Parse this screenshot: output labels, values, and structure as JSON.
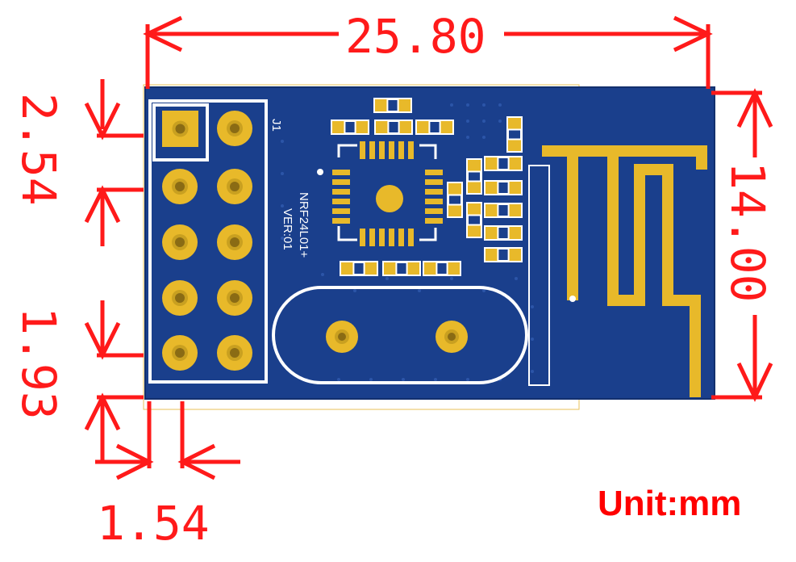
{
  "dimensions": {
    "width": "25.80",
    "height": "14.00",
    "pin_pitch": "2.54",
    "header_offset": "1.93",
    "edge_margin": "1.54"
  },
  "unit_label": "Unit:mm",
  "board": {
    "connector_ref": "J1",
    "part_label": "NRF24L01+",
    "version_label": "VER:01"
  },
  "colors": {
    "dimension": "#ff1a1a",
    "pcb": "#1a3f8c",
    "pad_gold": "#e8b92a",
    "silkscreen": "#ffffff"
  }
}
